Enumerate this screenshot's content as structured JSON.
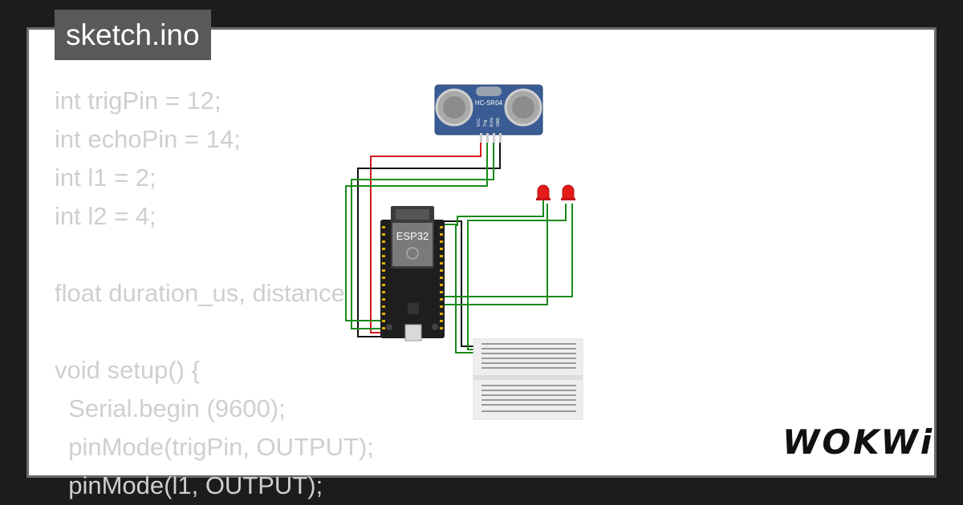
{
  "file_tab": {
    "label": "sketch.ino"
  },
  "code": {
    "lines": [
      "int trigPin = 12;",
      "int echoPin = 14;",
      "int l1 = 2;",
      "int l2 = 4;",
      "",
      "float duration_us, distance",
      "",
      "void setup() {",
      "  Serial.begin (9600);",
      "  pinMode(trigPin, OUTPUT);",
      "  pinMode(l1, OUTPUT);"
    ]
  },
  "circuit": {
    "sensor_label": "HC-SR04",
    "mcu_label": "ESP32",
    "sensor_pins": [
      "VCC",
      "Trig",
      "Echo",
      "GND"
    ]
  },
  "brand": {
    "logo": "WOKWi"
  },
  "colors": {
    "background": "#1c1c1c",
    "card": "#ffffff",
    "code_text": "#cfcfcf",
    "tab": "#595959",
    "wire_green": "#1a8a1a",
    "wire_red": "#d41a1a",
    "wire_black": "#111111",
    "sensor_blue": "#3a5c94",
    "led_red": "#e31b1b"
  }
}
